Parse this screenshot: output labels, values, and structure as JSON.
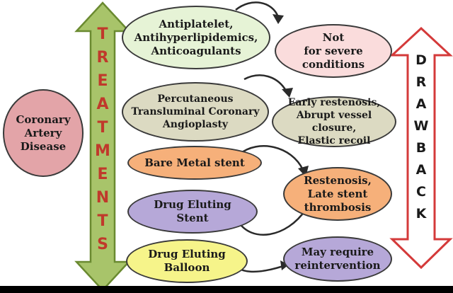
{
  "colors": {
    "treatments_arrow_fill": "#a8c46a",
    "treatments_arrow_stroke": "#6a8a30",
    "treatments_text": "#c0392b",
    "drawback_arrow_fill": "#ffffff",
    "drawback_arrow_stroke": "#d43a3a",
    "drawback_text": "#1a1a1a",
    "coronary": "#e3a4a8",
    "drug_class": "#e6f3d6",
    "not_severe": "#fadcdc",
    "ptca": "#dcdac2",
    "early_restenosis": "#dcdac2",
    "bare_metal": "#f6b07a",
    "restenosis": "#f6b07a",
    "drug_eluting_stent": "#b6a8d8",
    "drug_eluting_balloon": "#f6f48a",
    "reintervention": "#b6a8d8"
  },
  "treatments_label": [
    "T",
    "R",
    "E",
    "A",
    "T",
    "M",
    "E",
    "N",
    "T",
    "S"
  ],
  "drawback_label": [
    "D",
    "R",
    "A",
    "W",
    "B",
    "A",
    "C",
    "K"
  ],
  "nodes": {
    "coronary": "Coronary\nArtery\nDisease",
    "drug_class": "Antiplatelet,\nAntihyperlipidemics,\nAnticoagulants",
    "not_severe": "Not\nfor severe\nconditions",
    "ptca": "Percutaneous\nTransluminal Coronary\nAngioplasty",
    "early_restenosis": "Early restenosis,\nAbrupt vessel closure,\nElastic recoil",
    "bare_metal": "Bare Metal stent",
    "restenosis": "Restenosis,\nLate stent\nthrombosis",
    "drug_eluting_stent": "Drug Eluting\nStent",
    "drug_eluting_balloon": "Drug Eluting\nBalloon",
    "reintervention": "May require\nreintervention"
  }
}
